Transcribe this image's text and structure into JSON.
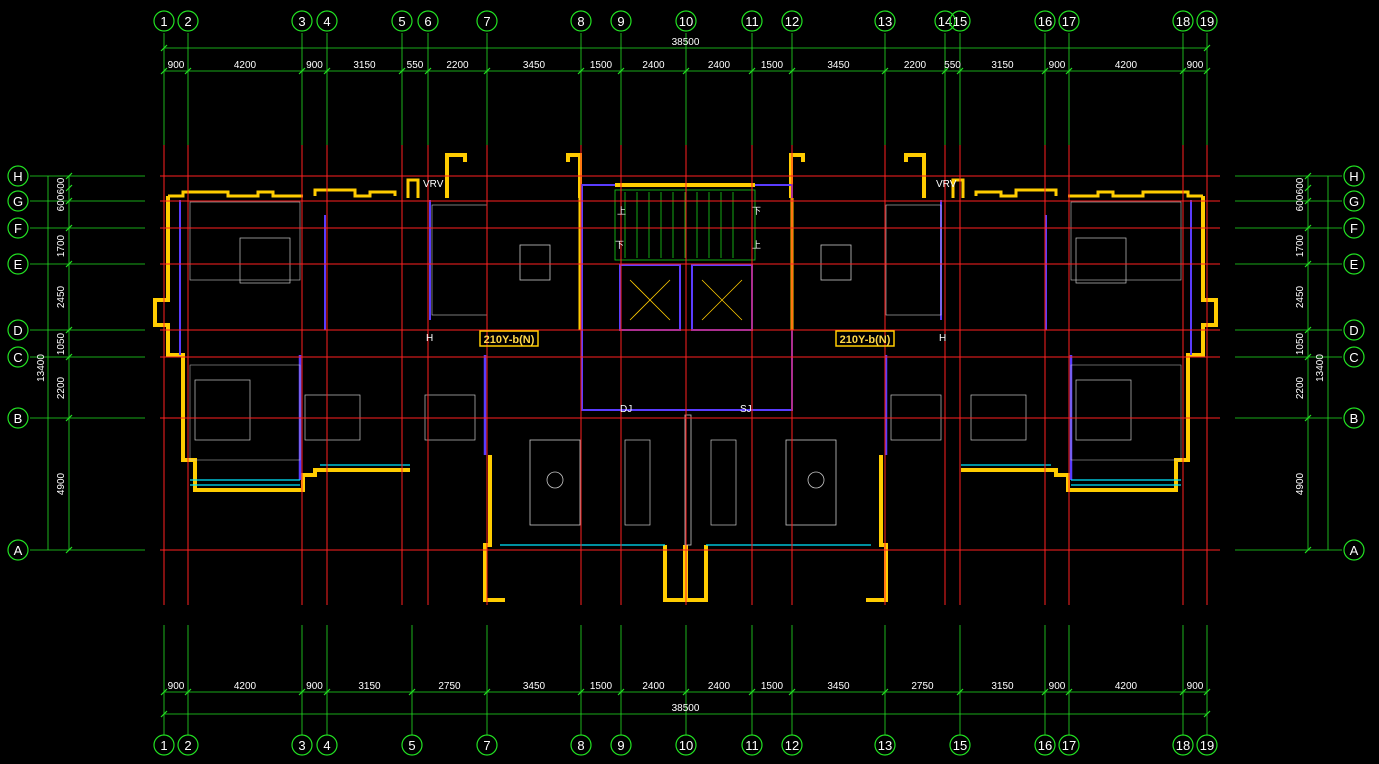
{
  "colors": {
    "background": "#000000",
    "grid": "#ff2020",
    "dim": "#22e022",
    "wall": "#ffcc00",
    "inner": "#5a3cff",
    "glass": "#00e5ff",
    "furniture": "#c8c8c8",
    "stair": "#19d219",
    "text": "#ffffff"
  },
  "axes_top": [
    "1",
    "2",
    "3",
    "4",
    "5",
    "6",
    "7",
    "8",
    "9",
    "10",
    "11",
    "12",
    "13",
    "14",
    "15",
    "16",
    "17",
    "18",
    "19"
  ],
  "axes_bottom": [
    "1",
    "2",
    "3",
    "4",
    "5",
    "7",
    "8",
    "9",
    "10",
    "11",
    "12",
    "13",
    "15",
    "16",
    "17",
    "18",
    "19"
  ],
  "axes_rows": [
    "H",
    "G",
    "F",
    "E",
    "D",
    "C",
    "B",
    "A"
  ],
  "dims_top": [
    "900",
    "4200",
    "900",
    "3150",
    "550",
    "2200",
    "3450",
    "1500",
    "2400",
    "2400",
    "1500",
    "3450",
    "2200",
    "550",
    "3150",
    "900",
    "4200",
    "900"
  ],
  "dims_bottom": [
    "900",
    "4200",
    "900",
    "3150",
    "2750",
    "3450",
    "1500",
    "2400",
    "2400",
    "1500",
    "3450",
    "2750",
    "3150",
    "900",
    "4200",
    "900"
  ],
  "dim_total": "38500",
  "dims_side": [
    "600",
    "600",
    "1700",
    "2450",
    "1050",
    "2200",
    "4900"
  ],
  "dim_side_total": "13400",
  "unit_labels": [
    "210Y-b(N)",
    "210Y-b(N)"
  ],
  "equipment_labels": [
    "VRV",
    "VRV",
    "H",
    "H"
  ],
  "shaft_labels": [
    "DJ",
    "SJ"
  ],
  "stair_labels": [
    "上",
    "下",
    "下",
    "上"
  ]
}
